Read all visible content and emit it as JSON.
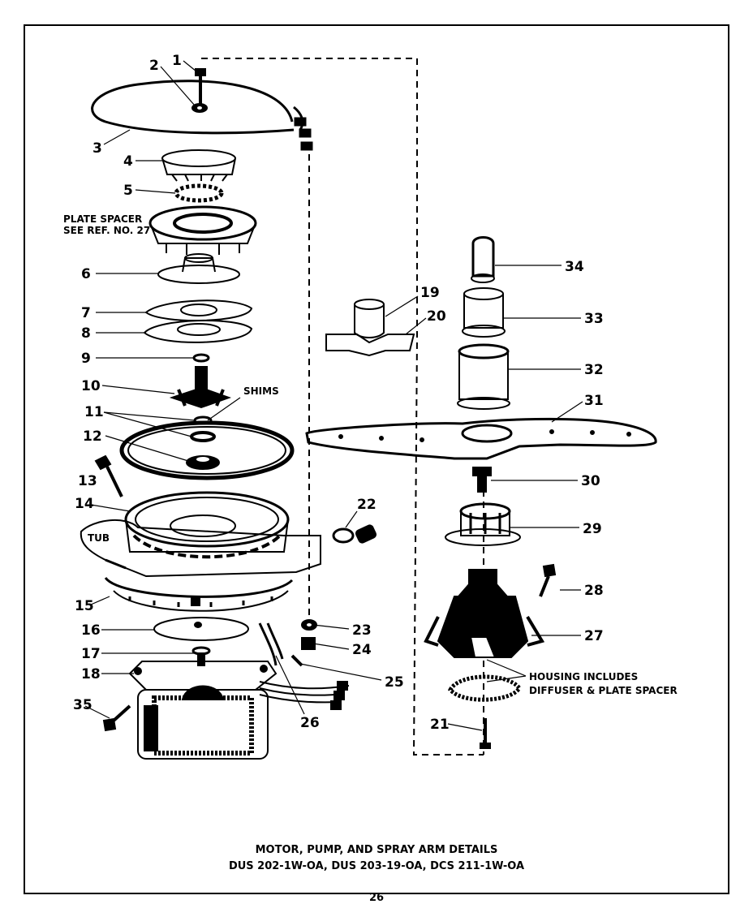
{
  "caption": {
    "title": "MOTOR, PUMP, AND SPRAY ARM DETAILS",
    "models": "DUS 202-1W-OA,  DUS 203-19-OA,  DCS 211-1W-OA",
    "page_number": "26"
  },
  "notes": {
    "plate_spacer_line1": "PLATE SPACER",
    "plate_spacer_line2": "SEE REF. NO. 27",
    "shims": "SHIMS",
    "tub": "TUB",
    "housing_line1": "HOUSING INCLUDES",
    "housing_line2": "DIFFUSER & PLATE SPACER"
  },
  "callouts": [
    "1",
    "2",
    "3",
    "4",
    "5",
    "6",
    "7",
    "8",
    "9",
    "10",
    "11",
    "12",
    "13",
    "14",
    "15",
    "16",
    "17",
    "18",
    "19",
    "20",
    "21",
    "22",
    "23",
    "24",
    "25",
    "26",
    "27",
    "28",
    "29",
    "30",
    "31",
    "32",
    "33",
    "34",
    "35"
  ]
}
